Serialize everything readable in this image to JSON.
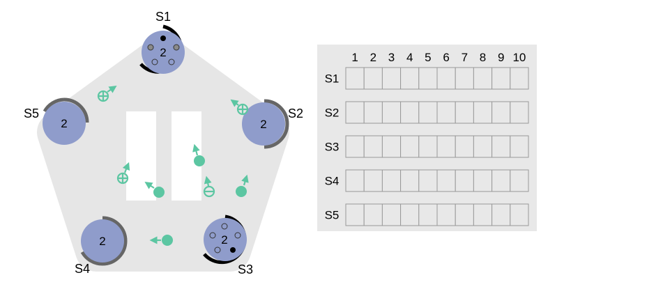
{
  "arena": {
    "stations": [
      {
        "id": "S1",
        "label": "S1",
        "count": "2",
        "accent": "#000000"
      },
      {
        "id": "S2",
        "label": "S2",
        "count": "2",
        "accent": "#555555"
      },
      {
        "id": "S3",
        "label": "S3",
        "count": "2",
        "accent": "#000000"
      },
      {
        "id": "S4",
        "label": "S4",
        "count": "2",
        "accent": "#555555"
      },
      {
        "id": "S5",
        "label": "S5",
        "count": "2",
        "accent": "#555555"
      }
    ],
    "agents": [
      {
        "type": "plus",
        "icon": "plus-circle-agent-icon"
      },
      {
        "type": "plus",
        "icon": "plus-circle-agent-icon"
      },
      {
        "type": "plus",
        "icon": "plus-circle-agent-icon"
      },
      {
        "type": "minus",
        "icon": "minus-circle-agent-icon"
      },
      {
        "type": "dot",
        "icon": "dot-agent-icon"
      },
      {
        "type": "dot",
        "icon": "dot-agent-icon"
      },
      {
        "type": "dot",
        "icon": "dot-agent-icon"
      },
      {
        "type": "dot",
        "icon": "dot-agent-icon"
      }
    ]
  },
  "grid": {
    "columns": [
      "1",
      "2",
      "3",
      "4",
      "5",
      "6",
      "7",
      "8",
      "9",
      "10"
    ],
    "rows": [
      "S1",
      "S2",
      "S3",
      "S4",
      "S5"
    ]
  },
  "colors": {
    "station_fill": "#8f9ccb",
    "agent": "#5cc6a2",
    "arena": "#e6e6e6",
    "panel": "#e8e8e8"
  }
}
